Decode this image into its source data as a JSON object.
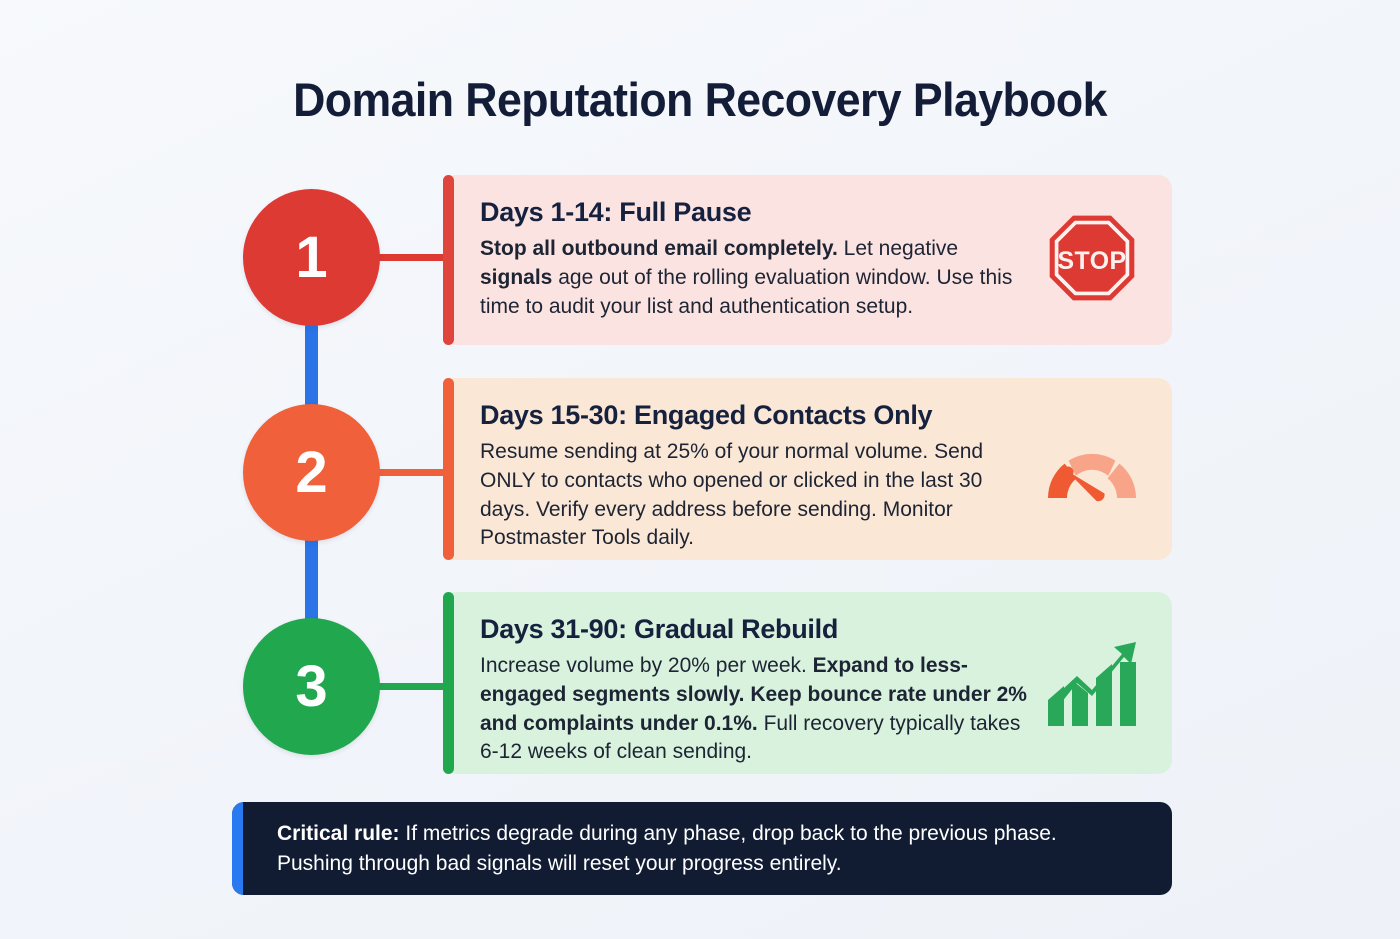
{
  "page": {
    "title": "Domain Reputation Recovery Playbook",
    "background_color": "#f4f6fa"
  },
  "steps": [
    {
      "number": "1",
      "color": "#dd3a33",
      "card_background": "#fbe3e1",
      "title": "Days 1-14: Full Pause",
      "body_bold_1": "Stop all outbound email completely.",
      "body_plain_1": " Let negative ",
      "body_bold_2": "signals",
      "body_plain_2": " age out of the rolling evaluation window. Use this time to audit your list and authentication setup.",
      "icon": "stop-sign-icon",
      "icon_label": "STOP"
    },
    {
      "number": "2",
      "color": "#f0603a",
      "card_background": "#fbe7d6",
      "title": "Days 15-30: Engaged Contacts Only",
      "body_bold_1": "",
      "body_plain_1": "Resume sending at 25% of your normal volume. Send ONLY to contacts who opened or clicked in the last 30 days. Verify every address before sending. Monitor Postmaster Tools daily.",
      "body_bold_2": "",
      "body_plain_2": "",
      "icon": "gauge-icon",
      "icon_label": ""
    },
    {
      "number": "3",
      "color": "#21a84e",
      "card_background": "#d9f2de",
      "title": "Days 31-90: Gradual Rebuild",
      "body_bold_1": "",
      "body_plain_1": "Increase volume by 20% per week. ",
      "body_bold_2": "Expand to less-engaged segments slowly. Keep bounce rate under 2% and complaints under 0.1%.",
      "body_plain_2": " Full recovery typically takes 6-12 weeks of clean sending.",
      "icon": "growth-chart-icon",
      "icon_label": ""
    }
  ],
  "footer": {
    "label": "Critical rule:",
    "text": " If metrics degrade during any phase, drop back to the previous phase. Pushing through bad signals will reset your progress entirely.",
    "accent_color": "#2979f0",
    "background_color": "#111c33"
  },
  "connectors": {
    "vertical_color": "#2a74e8"
  }
}
